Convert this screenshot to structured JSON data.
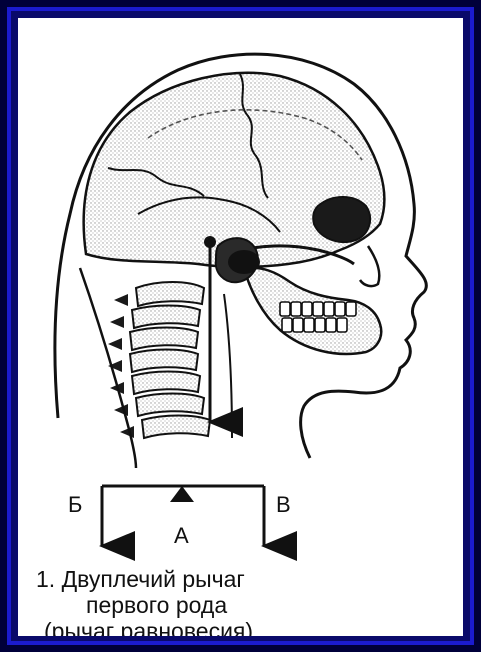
{
  "diagram": {
    "lever_labels": {
      "left": "Б",
      "center": "А",
      "right": "В"
    },
    "caption": {
      "line1": "1. Двуплечий рычаг",
      "line2": "первого рода",
      "line3": "(рычаг равновесия)"
    }
  },
  "colors": {
    "frame_background": "#00003a",
    "frame_border": "#1b1bd0",
    "panel_background": "#ffffff",
    "ink": "#111111"
  }
}
